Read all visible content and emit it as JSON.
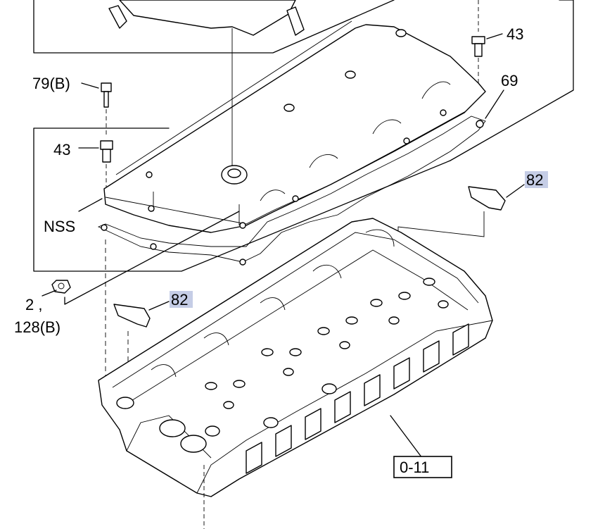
{
  "labels": {
    "l43_top": "43",
    "l69": "69",
    "l79b": "79(B)",
    "l43_left": "43",
    "l82_right": "82",
    "lnss": "NSS",
    "l82_left": "82",
    "l2": "2 ,",
    "l128b": "128(B)",
    "l011": "0-11"
  },
  "colors": {
    "highlight": "#c5cde6",
    "line": "#000000"
  }
}
